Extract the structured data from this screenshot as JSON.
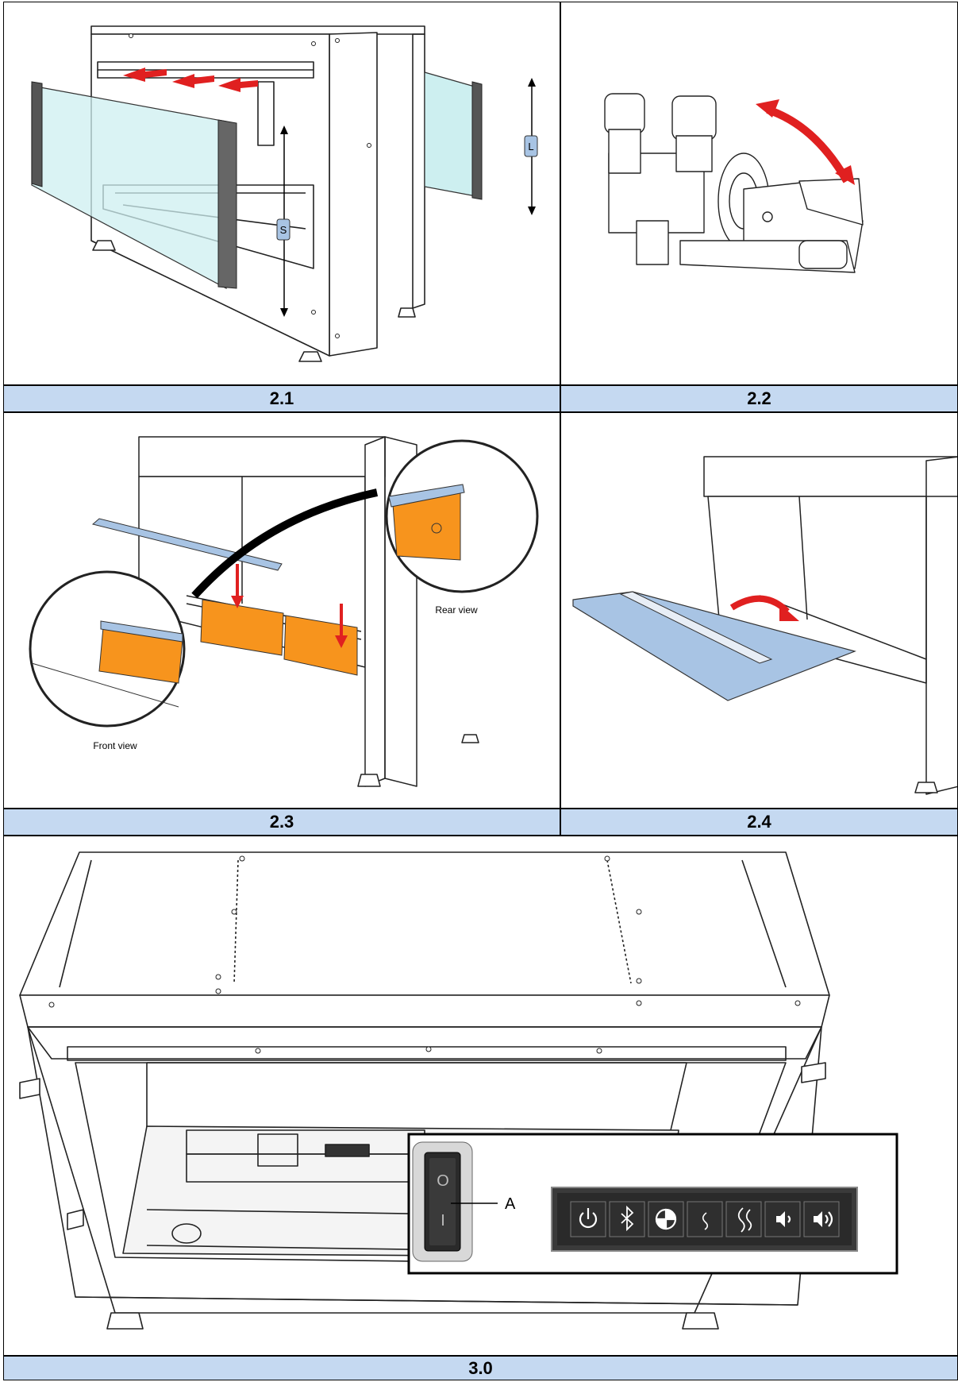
{
  "figures": [
    {
      "caption": "2.1",
      "labels": {
        "l": "L",
        "s": "S"
      }
    },
    {
      "caption": "2.2"
    },
    {
      "caption": "2.3",
      "labels": {
        "rear": "Rear view",
        "front": "Front view"
      }
    },
    {
      "caption": "2.4"
    },
    {
      "caption": "3.0",
      "labels": {
        "a": "A"
      },
      "control_panel": {
        "switch_symbols": [
          "O",
          "I"
        ],
        "icons": [
          "power-icon",
          "bluetooth-icon",
          "flame-color-icon",
          "flame-low-icon",
          "flame-high-icon",
          "volume-down-icon",
          "volume-up-icon"
        ]
      }
    }
  ],
  "colors": {
    "caption_bg": "#c5d9f1",
    "glass": "#cdeff0",
    "orange": "#f7941d",
    "red": "#e02020",
    "blue_part": "#a8c4e4"
  }
}
